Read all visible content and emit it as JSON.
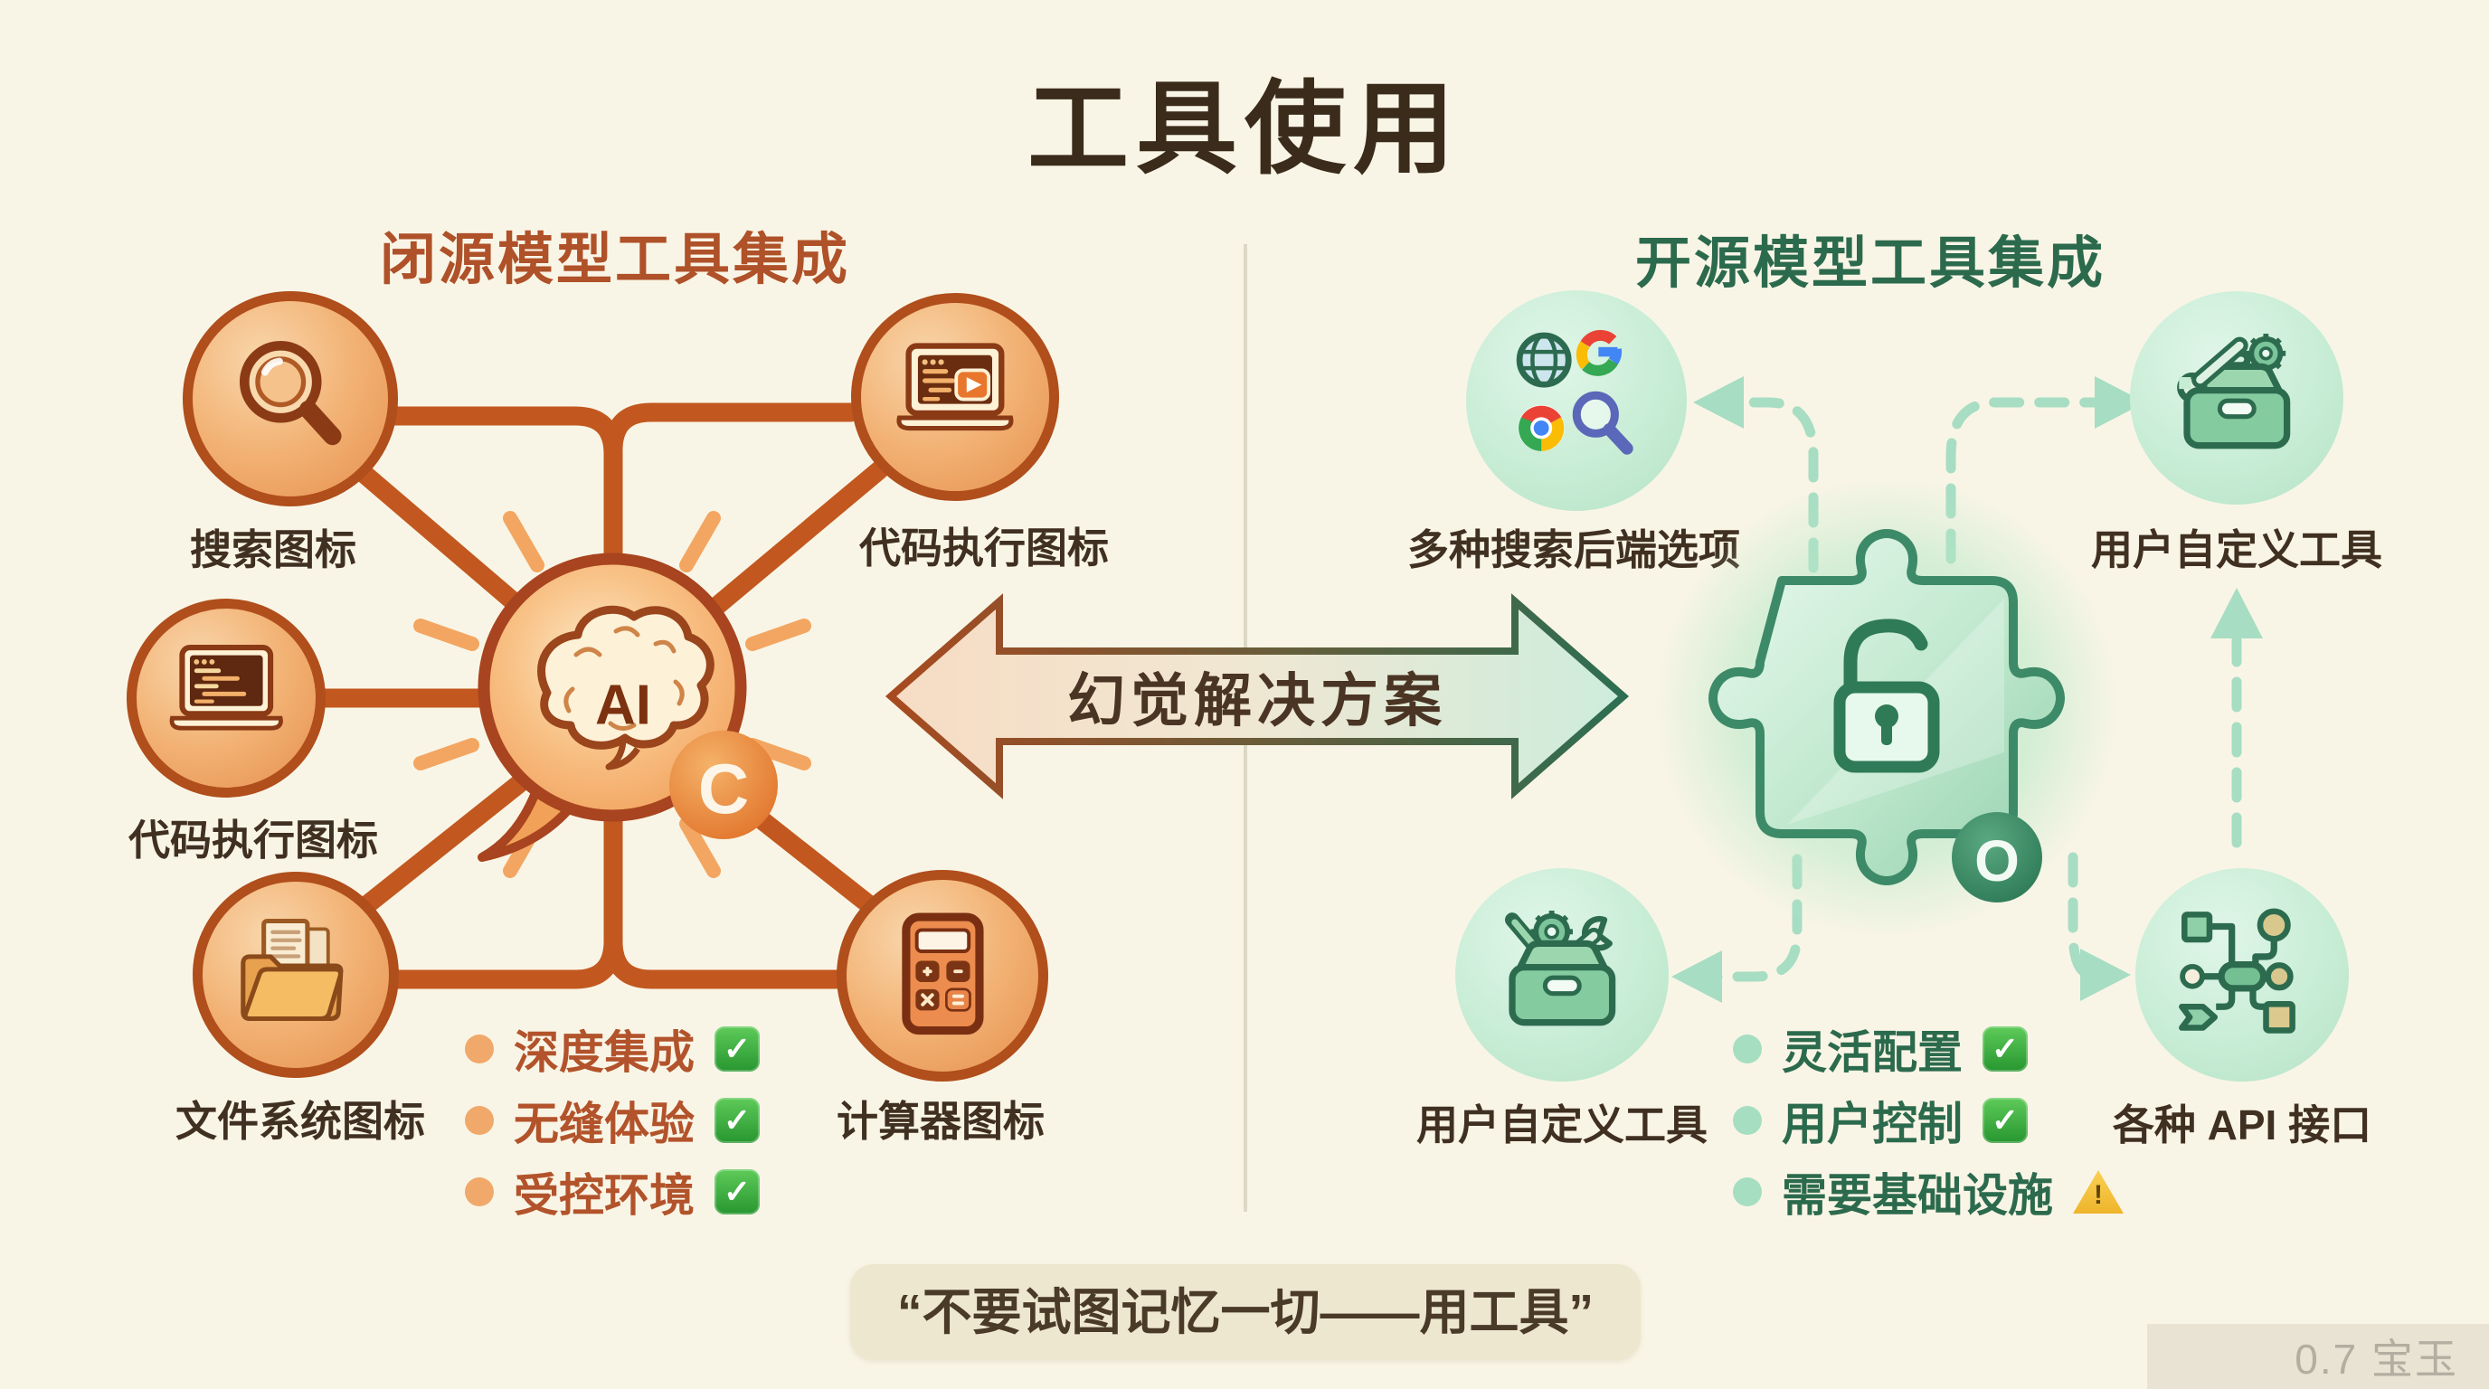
{
  "title": "工具使用",
  "left": {
    "heading": "闭源模型工具集成",
    "ai_label": "AI",
    "badge": "C",
    "nodes": [
      {
        "label": "搜索图标",
        "icon": "magnifier-icon"
      },
      {
        "label": "代码执行图标",
        "icon": "laptop-play-icon"
      },
      {
        "label": "代码执行图标",
        "icon": "laptop-code-icon"
      },
      {
        "label": "文件系统图标",
        "icon": "folder-documents-icon"
      },
      {
        "label": "计算器图标",
        "icon": "calculator-icon"
      }
    ],
    "bullets": [
      {
        "text": "深度集成",
        "status": "check"
      },
      {
        "text": "无缝体验",
        "status": "check"
      },
      {
        "text": "受控环境",
        "status": "check"
      }
    ]
  },
  "center": {
    "arrow_label": "幻觉解决方案"
  },
  "right": {
    "heading": "开源模型工具集成",
    "badge": "O",
    "nodes": [
      {
        "label": "多种搜索后端选项",
        "icon": "search-backends-icon"
      },
      {
        "label": "用户自定义工具",
        "icon": "toolbox-icon"
      },
      {
        "label": "用户自定义工具",
        "icon": "toolbox-icon"
      },
      {
        "label": "各种 API 接口",
        "icon": "api-flow-icon"
      }
    ],
    "bullets": [
      {
        "text": "灵活配置",
        "status": "check"
      },
      {
        "text": "用户控制",
        "status": "check"
      },
      {
        "text": "需要基础设施",
        "status": "warning"
      }
    ]
  },
  "quote": "“不要试图记忆一切——用工具”",
  "watermark": "0.7 宝玉",
  "icons": {
    "check_glyph": "✓",
    "warning_glyph": "!"
  },
  "colors": {
    "background": "#f9f5e6",
    "title_color": "#3b2b1b",
    "closed_accent": "#b2532b",
    "closed_line": "#c2581f",
    "open_accent": "#2c6a4d",
    "open_dashed": "#a7ddc3",
    "check_green": "#2ea33a",
    "warning_yellow": "#f2c23e"
  }
}
